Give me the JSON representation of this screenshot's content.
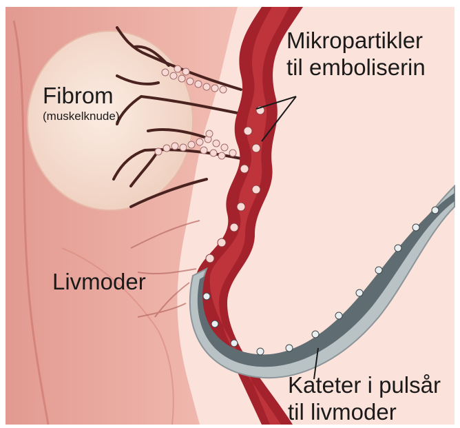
{
  "labels": {
    "fibroid": {
      "title": "Fibrom",
      "subtitle": "(muskelknude)"
    },
    "microparticles": {
      "line1": "Mikropartikler",
      "line2": "til emboliserin"
    },
    "uterus": {
      "title": "Livmoder"
    },
    "catheter": {
      "line1": "Kateter i pulsår",
      "line2": "til livmoder"
    }
  },
  "colors": {
    "background": "#fbe3db",
    "uterus_wall": "#e8a49b",
    "uterus_dark": "#c9736a",
    "fibroid": "#f6e0d3",
    "artery": "#a3222c",
    "artery_inner": "#c63a3f",
    "particle": "#f7d9d6",
    "catheter_outer": "#b9c3c6",
    "catheter_inner": "#5f6c72"
  }
}
